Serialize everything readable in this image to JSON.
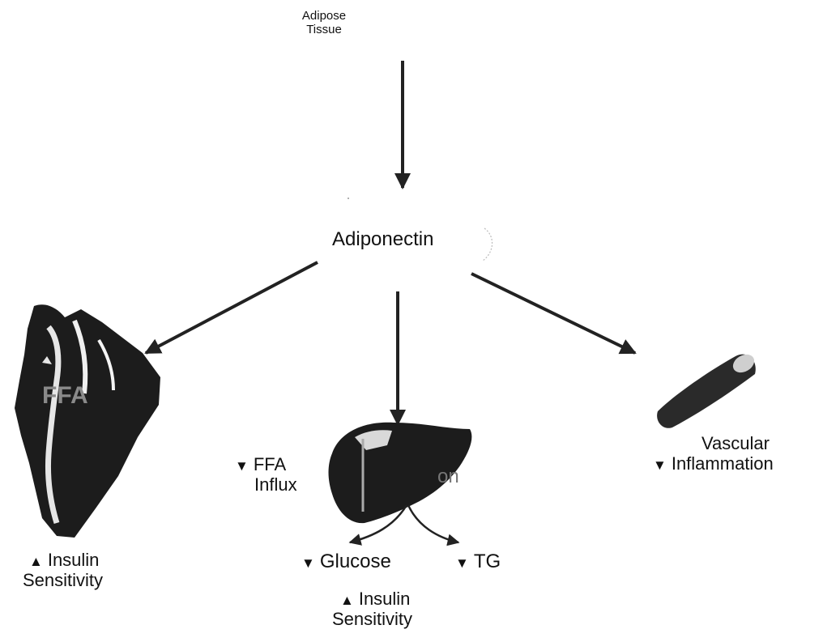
{
  "nodes": {
    "source": {
      "line1": "Adipose",
      "line2": "Tissue"
    },
    "hub": "Adiponectin",
    "muscle": {
      "arrow": "▲",
      "line1": "Insulin",
      "line2": "Sensitivity"
    },
    "liver": {
      "ffa_arrow": "▼",
      "ffa_line1": "FFA",
      "ffa_line2": "Influx",
      "glucose_arrow": "▼",
      "glucose": "Glucose",
      "tg_arrow": "▼",
      "tg": "TG",
      "insulin_arrow": "▲",
      "insulin_line1": "Insulin",
      "insulin_line2": "Sensitivity"
    },
    "vessel": {
      "arrow": "▼",
      "line1": "Vascular",
      "line2": "Inflammation"
    }
  },
  "colors": {
    "arrow": "#222222",
    "organ": "#1c1c1c",
    "background": "#ffffff"
  },
  "icons": [
    "muscle-icon",
    "liver-icon",
    "blood-vessel-icon"
  ]
}
